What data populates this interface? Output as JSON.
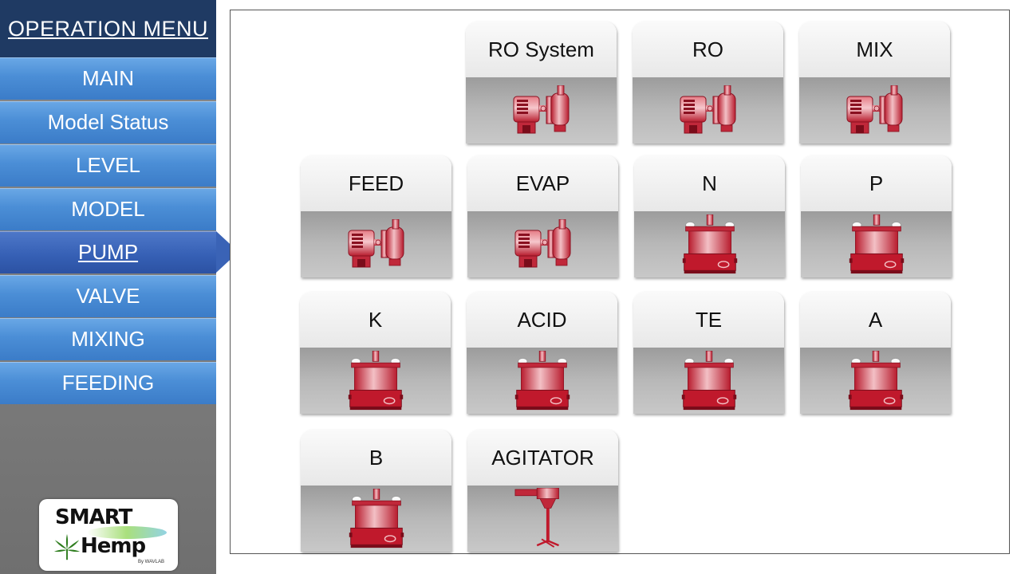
{
  "sidebar": {
    "header": "OPERATION MENU",
    "items": [
      {
        "label": "MAIN",
        "active": false
      },
      {
        "label": "Model Status",
        "active": false
      },
      {
        "label": "LEVEL",
        "active": false
      },
      {
        "label": "MODEL",
        "active": false
      },
      {
        "label": "PUMP",
        "active": true
      },
      {
        "label": "VALVE",
        "active": false
      },
      {
        "label": "MIXING",
        "active": false
      },
      {
        "label": "FEEDING",
        "active": false
      }
    ],
    "logo": {
      "line1": "SMART",
      "line2": "Hemp",
      "tagline": "By WAVLAB"
    }
  },
  "pumps": [
    {
      "label": "RO System",
      "icon": "centrifugal-pump-icon"
    },
    {
      "label": "RO",
      "icon": "centrifugal-pump-icon"
    },
    {
      "label": "MIX",
      "icon": "centrifugal-pump-icon"
    },
    {
      "label": "FEED",
      "icon": "centrifugal-pump-icon"
    },
    {
      "label": "EVAP",
      "icon": "centrifugal-pump-icon"
    },
    {
      "label": "N",
      "icon": "dosing-pump-icon"
    },
    {
      "label": "P",
      "icon": "dosing-pump-icon"
    },
    {
      "label": "K",
      "icon": "dosing-pump-icon"
    },
    {
      "label": "ACID",
      "icon": "dosing-pump-icon"
    },
    {
      "label": "TE",
      "icon": "dosing-pump-icon"
    },
    {
      "label": "A",
      "icon": "dosing-pump-icon"
    },
    {
      "label": "B",
      "icon": "dosing-pump-icon"
    },
    {
      "label": "AGITATOR",
      "icon": "agitator-icon"
    }
  ],
  "colors": {
    "header_bg": "#1f3a63",
    "menu_blue": "#4b8ed6",
    "menu_active": "#355fb4",
    "pump_red": "#c8283a"
  }
}
